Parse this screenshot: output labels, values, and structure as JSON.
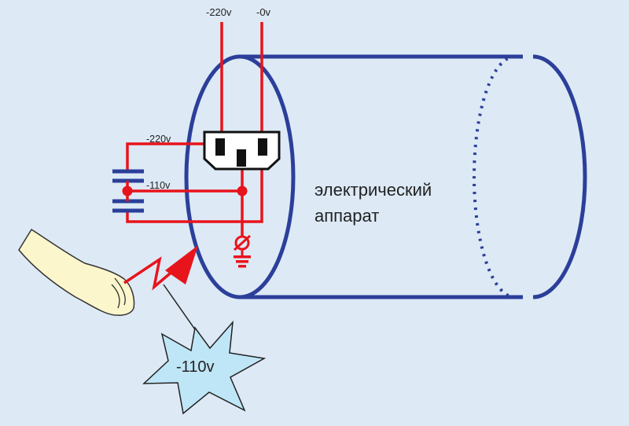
{
  "labels": {
    "top_left_wire": "-220v",
    "top_right_wire": "-0v",
    "socket_220": "-220v",
    "cap_110": "-110v",
    "device_line1": "электрический",
    "device_line2": "аппарат",
    "burst": "-110v"
  },
  "colors": {
    "background": "#dde9f5",
    "wire": "#e8141c",
    "cylinder": "#2b3f9a",
    "hand_fill": "#fbf6cc",
    "burst_fill": "#bfe6f7"
  },
  "icons": {
    "socket": "socket-icon",
    "ground": "ground-icon",
    "hand": "hand-icon",
    "spark": "spark-icon",
    "burst": "burst-icon"
  }
}
